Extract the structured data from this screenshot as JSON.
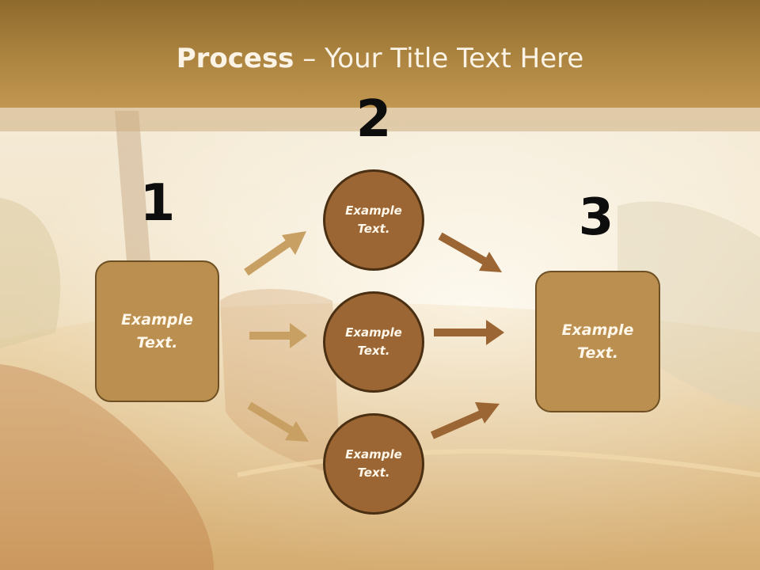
{
  "title": {
    "bold": "Process",
    "rest": " – Your Title Text Here"
  },
  "step_numbers": [
    "1",
    "2",
    "3"
  ],
  "step1": {
    "label": "Example Text."
  },
  "step2": {
    "items": [
      {
        "label": "Example Text."
      },
      {
        "label": "Example Text."
      },
      {
        "label": "Example Text."
      }
    ]
  },
  "step3": {
    "label": "Example Text."
  },
  "colors": {
    "header": "#ad8541",
    "box_fill": "#bb8f4f",
    "circle_fill": "#9b6633",
    "arrow_light": "#c8a064",
    "arrow_dark": "#9b6633"
  }
}
